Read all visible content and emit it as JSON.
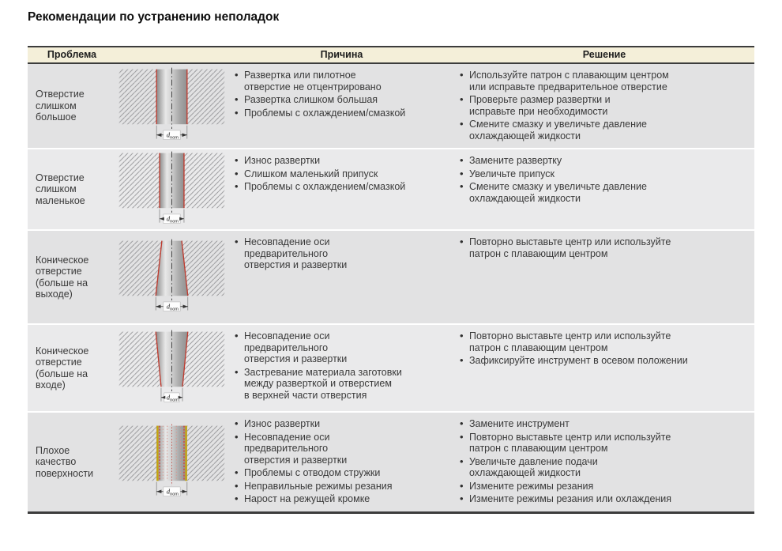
{
  "page": {
    "title": "Рекомендации по устранению неполадок"
  },
  "table": {
    "headers": [
      "Проблема",
      "Причина",
      "Решение"
    ],
    "figure_label": {
      "base": "d",
      "sub": "nom"
    },
    "rows": [
      {
        "problem": "Отверстие\nслишком\nбольшое",
        "figure": "hole-oversized-diagram",
        "causes": [
          "Развертка или пилотное\nотверстие не отцентрировано",
          "Развертка слишком большая",
          "Проблемы с охлаждением/смазкой"
        ],
        "solutions": [
          "Используйте патрон с плавающим центром\nили исправьте предварительное отверстие",
          "Проверьте размер развертки и\nисправьте при необходимости",
          "Смените смазку и увеличьте давление\nохлаждающей жидкости"
        ]
      },
      {
        "problem": "Отверстие\nслишком\nмаленькое",
        "figure": "hole-undersized-diagram",
        "causes": [
          "Износ развертки",
          "Слишком маленький припуск",
          "Проблемы с охлаждением/смазкой"
        ],
        "solutions": [
          "Замените развертку",
          "Увеличьте припуск",
          "Смените смазку и увеличьте давление\nохлаждающей жидкости"
        ]
      },
      {
        "problem": "Коническое\nотверстие\n(больше на\nвыходе)",
        "figure": "tapered-hole-exit-diagram",
        "causes": [
          "Несовпадение оси\nпредварительного\nотверстия и развертки"
        ],
        "solutions": [
          "Повторно выставьте центр или используйте\nпатрон с плавающим центром"
        ]
      },
      {
        "problem": "Коническое\nотверстие\n(больше на\nвходе)",
        "figure": "tapered-hole-entry-diagram",
        "causes": [
          "Несовпадение оси\nпредварительного\nотверстия и развертки",
          "Застревание материала заготовки\nмежду разверткой и отверстием\nв верхней части отверстия"
        ],
        "solutions": [
          "Повторно выставьте центр или используйте\nпатрон с плавающим центром",
          "Зафиксируйте инструмент в осевом положении"
        ]
      },
      {
        "problem": "Плохое\nкачество\nповерхности",
        "figure": "poor-surface-finish-diagram",
        "causes": [
          "Износ развертки",
          "Несовпадение оси\nпредварительного\nотверстия и развертки",
          "Проблемы с отводом стружки",
          "Неправильные режимы резания",
          "Нарост на режущей кромке"
        ],
        "solutions": [
          "Замените инструмент",
          "Повторно выставьте центр или используйте\nпатрон с плавающим центром",
          "Увеличьте давление подачи\nохлаждающей жидкости",
          "Измените режимы резания",
          "Измените режимы резания или охлаждения"
        ]
      }
    ]
  },
  "colors": {
    "header_bg": "#f4efd9",
    "row_bg_dark": "#e2e2e3",
    "row_bg_light": "#eaeaeb",
    "border_dark": "#3c3c3c",
    "reamed_edge_red": "#bf3b2f",
    "wear_yellow": "#c7a50b",
    "text": "#3a3a3a"
  }
}
